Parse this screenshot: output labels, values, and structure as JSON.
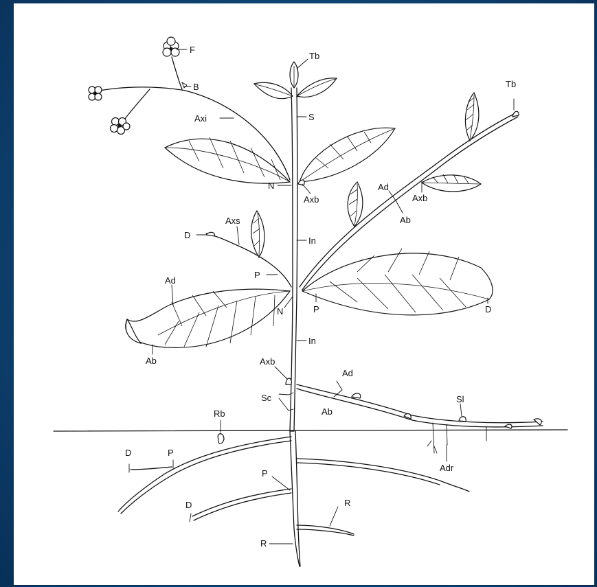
{
  "labels": {
    "F": "F",
    "B": "B",
    "Tb_top": "Tb",
    "S": "S",
    "Axi": "Axi",
    "Tb_right": "Tb",
    "N_upper": "N",
    "Axb_upper": "Axb",
    "Ad_right": "Ad",
    "Axb_right": "Axb",
    "Ab_right": "Ab",
    "Axs": "Axs",
    "D_left_upper": "D",
    "In_upper": "In",
    "P_left": "P",
    "Ad_left": "Ad",
    "N_lower": "N",
    "P_right": "P",
    "D_right": "D",
    "In_lower": "In",
    "Ab_left": "Ab",
    "Axb_lower": "Axb",
    "Ad_runner": "Ad",
    "Ab_runner": "Ab",
    "Sc": "Sc",
    "Sl": "Sl",
    "Rb": "Rb",
    "D_root_upper": "D",
    "P_root_upper": "P",
    "Adr": "Adr",
    "P_root_center": "P",
    "D_root_lower": "D",
    "R_right": "R",
    "R_bottom": "R"
  }
}
